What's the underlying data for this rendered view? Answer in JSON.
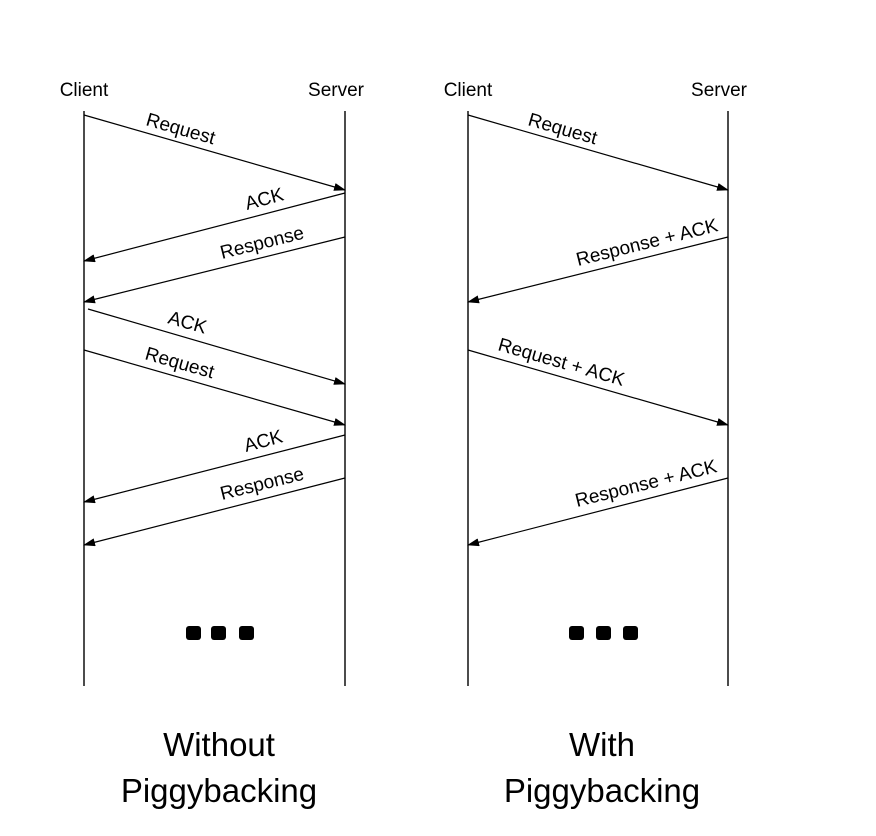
{
  "panels": [
    {
      "client_label": "Client",
      "server_label": "Server",
      "caption_line1": "Without",
      "caption_line2": "Piggybacking",
      "messages": [
        {
          "label": "Request"
        },
        {
          "label": "ACK"
        },
        {
          "label": "Response"
        },
        {
          "label": "ACK"
        },
        {
          "label": "Request"
        },
        {
          "label": "ACK"
        },
        {
          "label": "Response"
        }
      ]
    },
    {
      "client_label": "Client",
      "server_label": "Server",
      "caption_line1": "With",
      "caption_line2": "Piggybacking",
      "messages": [
        {
          "label": "Request"
        },
        {
          "label": "Response + ACK"
        },
        {
          "label": "Request + ACK"
        },
        {
          "label": "Response + ACK"
        }
      ]
    }
  ],
  "colors": {
    "stroke": "#000000",
    "background": "#ffffff"
  }
}
